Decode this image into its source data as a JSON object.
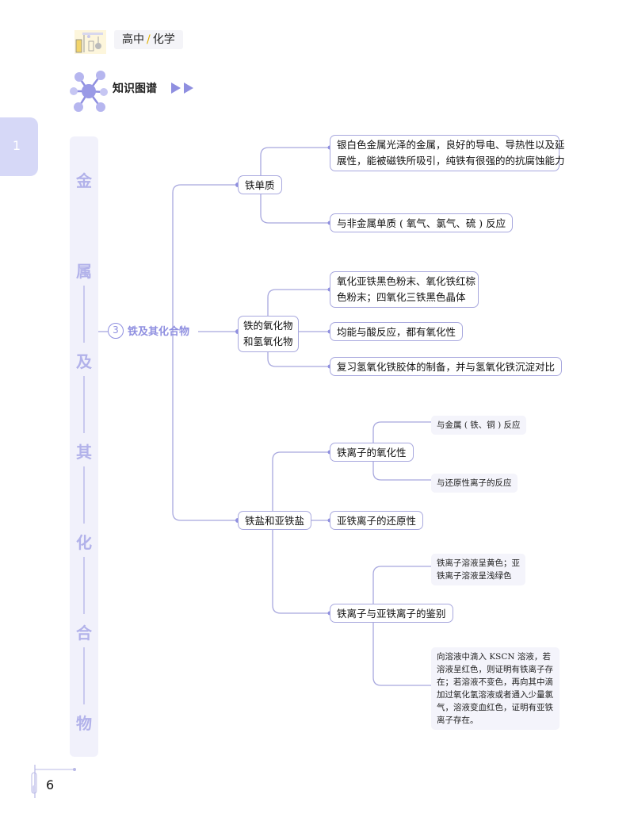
{
  "header": {
    "level": "高中",
    "separator": "/",
    "subject": "化学",
    "section_title": "知识图谱"
  },
  "chapter_tab": "1",
  "sidebar_title": [
    "金",
    "属",
    "及",
    "其",
    "化",
    "合",
    "物"
  ],
  "topic": {
    "number": "3",
    "title": "铁及其化合物"
  },
  "branches": {
    "iron": {
      "label": "铁单质",
      "items": [
        "银白色金属光泽的金属，良好的导电、导热性以及延展性，能被磁铁所吸引，纯铁有很强的的抗腐蚀能力",
        "与非金属单质 ( 氧气、氯气、硫 ) 反应"
      ],
      "item1_lines": [
        "银白色金属光泽的金属，良好的导电、导热性以及延",
        "展性，能被磁铁所吸引，纯铁有很强的的抗腐蚀能力"
      ]
    },
    "oxides": {
      "label_lines": [
        "铁的氧化物",
        "和氢氧化物"
      ],
      "item1_lines": [
        "氧化亚铁黑色粉末、氧化铁红棕",
        "色粉末；四氧化三铁黑色晶体"
      ],
      "item2": "均能与酸反应，都有氧化性",
      "item3": "复习氢氧化铁胶体的制备，并与氢氧化铁沉淀对比"
    },
    "salts": {
      "label": "铁盐和亚铁盐",
      "oxidizing": {
        "label": "铁离子的氧化性",
        "notes": [
          "与金属 ( 铁、铜 ) 反应",
          "与还原性离子的反应"
        ]
      },
      "reducing": {
        "label": "亚铁离子的还原性"
      },
      "identification": {
        "label": "铁离子与亚铁离子的鉴别",
        "note1_lines": [
          "铁离子溶液呈黄色；亚",
          "铁离子溶液呈浅绿色"
        ],
        "note2_lines": [
          "向溶液中滴入 KSCN 溶液，若",
          "溶液呈红色，则证明有铁离子存",
          "在；若溶液不变色，再向其中滴",
          "加过氧化氢溶液或者通入少量氯",
          "气，溶液变血红色，证明有亚铁",
          "离子存在。"
        ]
      }
    }
  },
  "page_number": "6",
  "colors": {
    "accent": "#8f8fe0",
    "line": "#a8a8de",
    "strip": "#f1f1fb",
    "tab": "#d6d8f7"
  }
}
